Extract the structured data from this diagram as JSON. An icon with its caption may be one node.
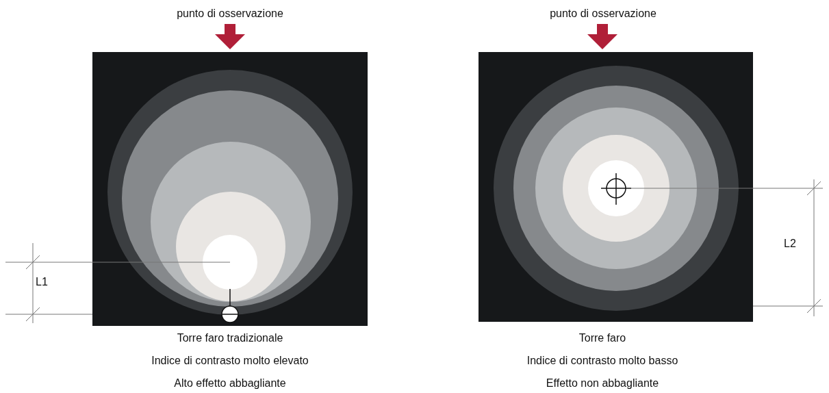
{
  "diagram": {
    "labels": [
      "punto di osservazione",
      "punto di osservazione",
      "L1",
      "L2",
      "Torre faro tradizionale",
      "Indice di contrasto molto elevato",
      "Alto effetto abbagliante",
      "Torre faro",
      "Indice di contrasto molto basso",
      "Effetto non abbagliante"
    ]
  }
}
